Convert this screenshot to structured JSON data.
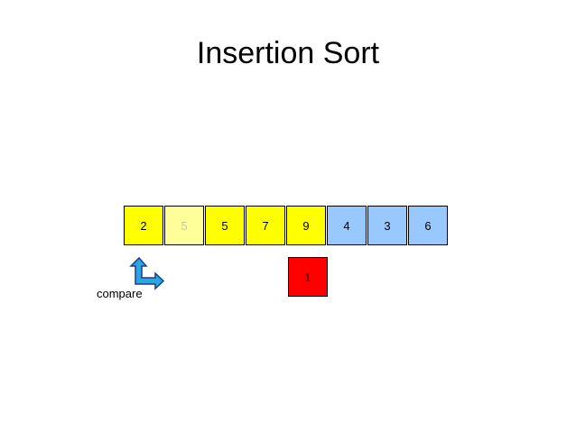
{
  "title": "Insertion Sort",
  "array": {
    "cells": [
      {
        "value": "2",
        "state": "sorted"
      },
      {
        "value": "5",
        "state": "ghost"
      },
      {
        "value": "5",
        "state": "sorted"
      },
      {
        "value": "7",
        "state": "sorted"
      },
      {
        "value": "9",
        "state": "sorted"
      },
      {
        "value": "4",
        "state": "unsorted"
      },
      {
        "value": "3",
        "state": "unsorted"
      },
      {
        "value": "6",
        "state": "unsorted"
      }
    ]
  },
  "key": {
    "value": "1"
  },
  "compare_label": "compare",
  "colors": {
    "sorted": "#ffff00",
    "ghost": "#ffff99",
    "unsorted": "#99c8ff",
    "key": "#ff0000",
    "arrow": "#29a8e0"
  },
  "icons": {
    "compare": "compare-arrow-icon"
  }
}
